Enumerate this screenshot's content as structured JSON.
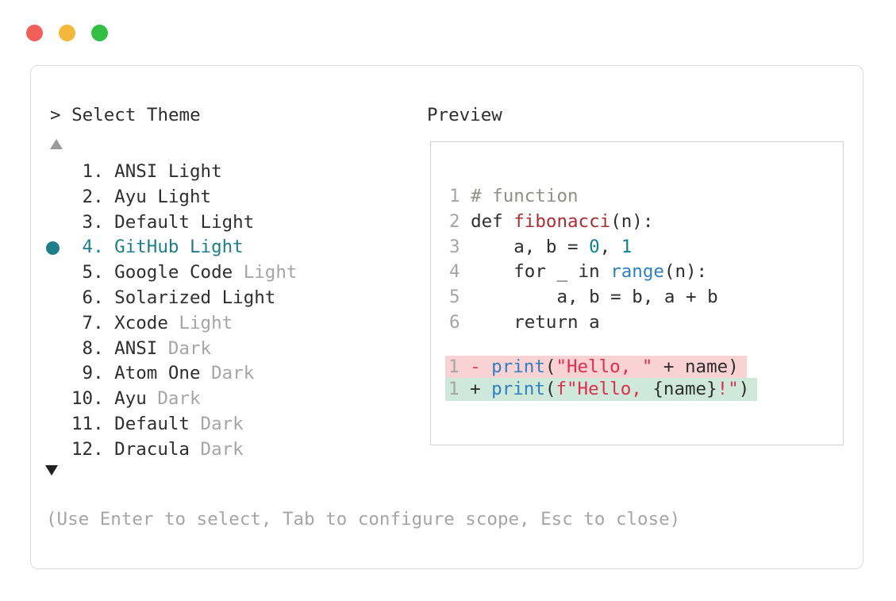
{
  "window": {
    "controls": [
      {
        "name": "close"
      },
      {
        "name": "minimize"
      },
      {
        "name": "zoom"
      }
    ]
  },
  "colors": {
    "traffic_red": "#f15f58",
    "traffic_yellow": "#f3b73a",
    "traffic_green": "#30c144",
    "accent_teal": "#1d7f89",
    "builtin_blue": "#2f80c2",
    "function_red": "#ae2b32",
    "string_red": "#e12d4c",
    "comment_gray": "#8c9184",
    "number_teal": "#0e8092",
    "diff_removed_bg": "#f9d2d4",
    "diff_added_bg": "#cee9da"
  },
  "header": {
    "prompt": ">",
    "title": " Select Theme"
  },
  "theme_list": {
    "items": [
      {
        "number": "1.",
        "name": "ANSI Light",
        "suffix": ""
      },
      {
        "number": "2.",
        "name": "Ayu Light",
        "suffix": ""
      },
      {
        "number": "3.",
        "name": "Default Light",
        "suffix": ""
      },
      {
        "number": "4.",
        "name": "GitHub Light",
        "suffix": "",
        "selected": true
      },
      {
        "number": "5.",
        "name": "Google Code",
        "suffix": " Light"
      },
      {
        "number": "6.",
        "name": "Solarized Light",
        "suffix": ""
      },
      {
        "number": "7.",
        "name": "Xcode",
        "suffix": " Light"
      },
      {
        "number": "8.",
        "name": "ANSI",
        "suffix": " Dark"
      },
      {
        "number": "9.",
        "name": "Atom One",
        "suffix": " Dark"
      },
      {
        "number": "10.",
        "name": "Ayu",
        "suffix": " Dark"
      },
      {
        "number": "11.",
        "name": "Default",
        "suffix": " Dark"
      },
      {
        "number": "12.",
        "name": "Dracula",
        "suffix": " Dark"
      }
    ]
  },
  "preview": {
    "title": "Preview",
    "code_lines": [
      {
        "ln": "1",
        "segments": [
          "# function"
        ]
      },
      {
        "ln": "2",
        "segments": [
          "def ",
          "fibonacci",
          "(n):"
        ]
      },
      {
        "ln": "3",
        "segments": [
          "    a, b = ",
          "0",
          ", ",
          "1"
        ]
      },
      {
        "ln": "4",
        "segments": [
          "    for _ in ",
          "range",
          "(n):"
        ]
      },
      {
        "ln": "5",
        "segments": [
          "        a, b = b, a + b"
        ]
      },
      {
        "ln": "6",
        "segments": [
          "    return a"
        ]
      }
    ],
    "diff_lines": [
      {
        "ln": "1",
        "type": "removed",
        "marker": "- ",
        "segments": [
          "print",
          "(",
          "\"Hello, \"",
          " + name)"
        ]
      },
      {
        "ln": "1",
        "type": "added",
        "marker": "+ ",
        "segments": [
          "print",
          "(",
          "f\"Hello, ",
          "{name}",
          "!\"",
          ")"
        ]
      }
    ]
  },
  "footer": {
    "hint": "(Use Enter to select, Tab to configure scope, Esc to close)"
  }
}
